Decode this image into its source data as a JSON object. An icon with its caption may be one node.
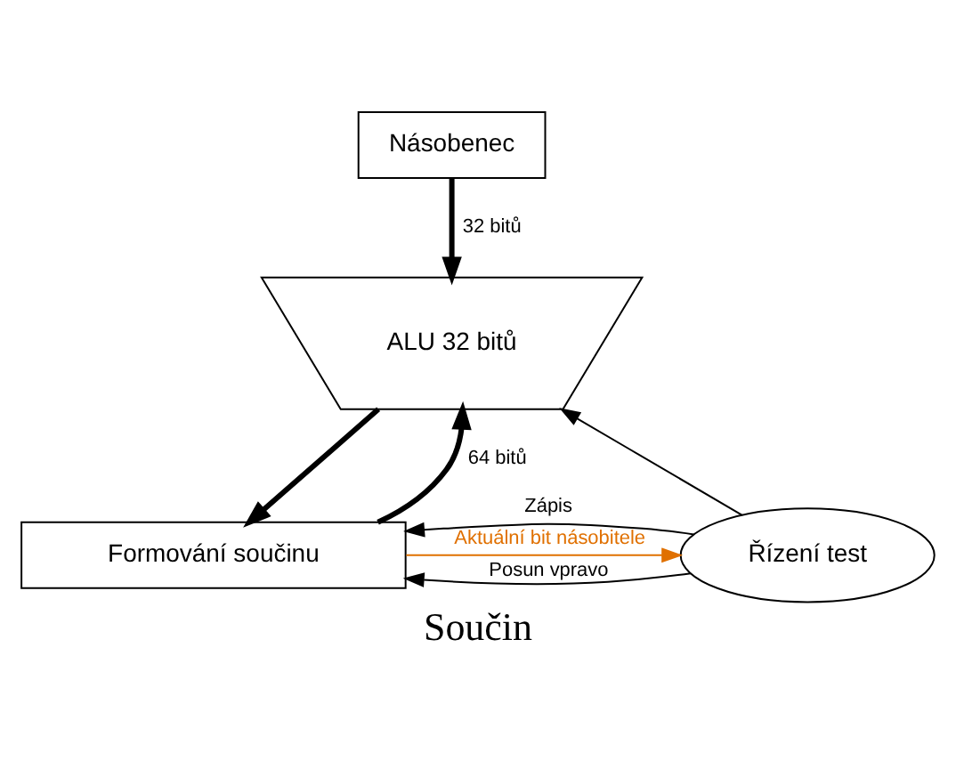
{
  "diagram": {
    "caption": "Součin",
    "nodes": [
      {
        "text": [
          "Násobenec"
        ]
      },
      {
        "text": [
          "ALU 32 bitů"
        ]
      },
      {
        "text": [
          "Formování součinu"
        ]
      },
      {
        "text": [
          "Řízení test"
        ]
      }
    ],
    "edges": [
      {
        "from": 0,
        "to": 1,
        "arrow": "to",
        "label": "32 bitů",
        "style": "thick"
      },
      {
        "from": 2,
        "to": 1,
        "arrow": "to",
        "label": "64 bitů",
        "style": "thick"
      },
      {
        "from": 1,
        "to": 2,
        "arrow": "to",
        "style": "thick"
      },
      {
        "from": 3,
        "to": 1,
        "arrow": "to"
      },
      {
        "from": 3,
        "to": 2,
        "arrow": "to",
        "label": "Posun vpravo"
      },
      {
        "from": 3,
        "to": 2,
        "arrow": "to",
        "label": "Zápis"
      },
      {
        "from": 2,
        "to": 3,
        "arrow": "to",
        "label": "Aktuální bit násobitele",
        "color": "#e07000"
      }
    ]
  }
}
